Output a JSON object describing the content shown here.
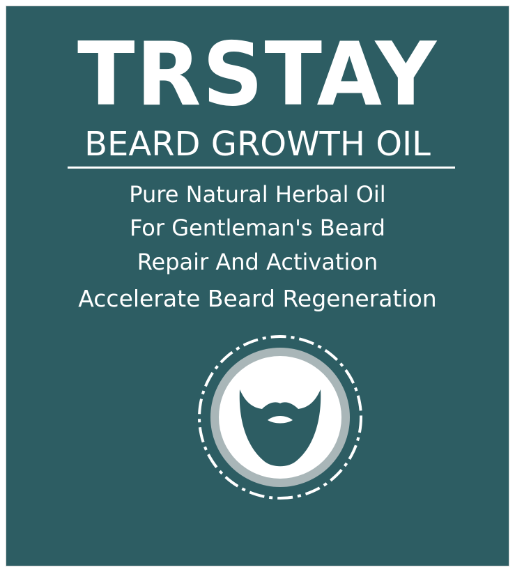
{
  "brand": {
    "name": "TRSTAY",
    "product": "BEARD GROWTH OIL"
  },
  "taglines": [
    "Pure Natural Herbal Oil",
    "For Gentleman's Beard",
    "Repair And Activation",
    "Accelerate Beard Regeneration"
  ],
  "colors": {
    "background": "#2d5d63",
    "text": "#ffffff",
    "emblem_ring": "#a9b6b8",
    "emblem_fill": "#ffffff",
    "beard": "#2d5d63"
  },
  "icons": {
    "emblem": "beard-icon"
  }
}
